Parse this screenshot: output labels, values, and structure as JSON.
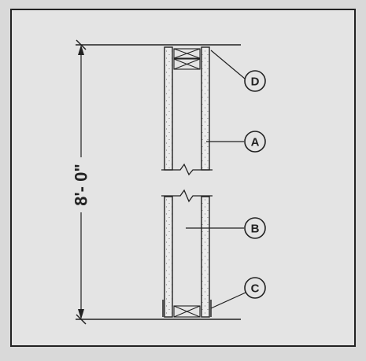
{
  "figure": {
    "dimension_label": "8'- 0\"",
    "callouts": [
      {
        "id": "D",
        "label": "D"
      },
      {
        "id": "A",
        "label": "A"
      },
      {
        "id": "B",
        "label": "B"
      },
      {
        "id": "C",
        "label": "C"
      }
    ]
  },
  "colors": {
    "background": "#d9d9d9",
    "frame_fill": "#e4e4e4",
    "ink": "#222222",
    "board_fill": "#ececec"
  }
}
